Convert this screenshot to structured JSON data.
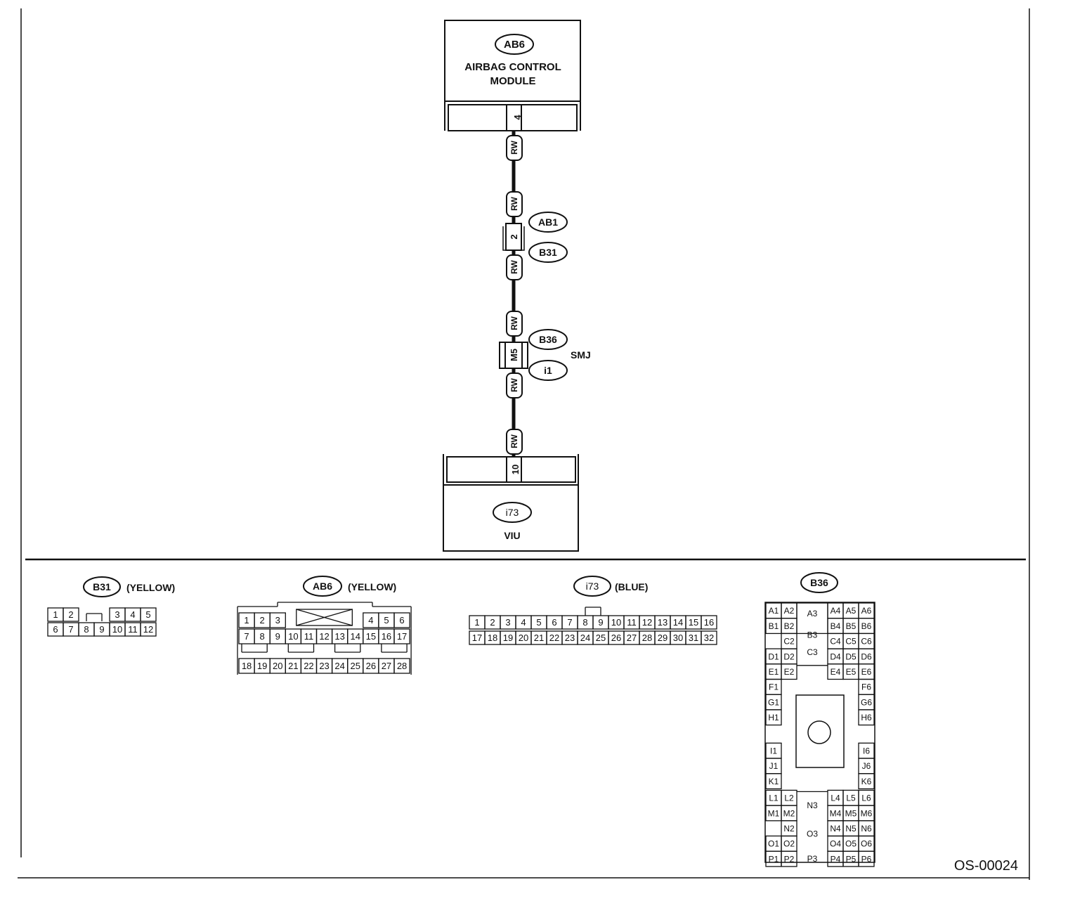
{
  "top_module": {
    "tag": "AB6",
    "name_line1": "AIRBAG CONTROL",
    "name_line2": "MODULE",
    "pin": "4"
  },
  "wire_color": "RW",
  "junction1": {
    "pin": "2",
    "tags": [
      "AB1",
      "B31"
    ]
  },
  "junction2": {
    "pin": "M5",
    "tags": [
      "B36",
      "i1"
    ],
    "note": "SMJ"
  },
  "bottom_module": {
    "tag": "i73",
    "name": "VIU",
    "pin": "10"
  },
  "connectors": {
    "b31": {
      "tag": "B31",
      "color": "(YELLOW)",
      "row1": [
        "1",
        "2",
        "3",
        "4",
        "5"
      ],
      "row2": [
        "6",
        "7",
        "8",
        "9",
        "10",
        "11",
        "12"
      ]
    },
    "ab6": {
      "tag": "AB6",
      "color": "(YELLOW)",
      "row1": [
        "1",
        "2",
        "3",
        "4",
        "5",
        "6"
      ],
      "row2": [
        "7",
        "8",
        "9",
        "10",
        "11",
        "12",
        "13",
        "14",
        "15",
        "16",
        "17"
      ],
      "row3": [
        "18",
        "19",
        "20",
        "21",
        "22",
        "23",
        "24",
        "25",
        "26",
        "27",
        "28"
      ]
    },
    "i73": {
      "tag": "i73",
      "color": "(BLUE)",
      "row1": [
        "1",
        "2",
        "3",
        "4",
        "5",
        "6",
        "7",
        "8",
        "9",
        "10",
        "11",
        "12",
        "13",
        "14",
        "15",
        "16"
      ],
      "row2": [
        "17",
        "18",
        "19",
        "20",
        "21",
        "22",
        "23",
        "24",
        "25",
        "26",
        "27",
        "28",
        "29",
        "30",
        "31",
        "32"
      ]
    },
    "b36": {
      "tag": "B36",
      "pins": [
        "A1",
        "A2",
        "A3",
        "A4",
        "A5",
        "A6",
        "B1",
        "B2",
        "B3",
        "B4",
        "B5",
        "B6",
        "C2",
        "C3",
        "C4",
        "C5",
        "C6",
        "D1",
        "D2",
        "D4",
        "D5",
        "D6",
        "E1",
        "E2",
        "E4",
        "E5",
        "E6",
        "F1",
        "F6",
        "G1",
        "G6",
        "H1",
        "H6",
        "I1",
        "I6",
        "J1",
        "J6",
        "K1",
        "K6",
        "L1",
        "L2",
        "L4",
        "L5",
        "L6",
        "M1",
        "M2",
        "N3",
        "M4",
        "M5",
        "M6",
        "N2",
        "N4",
        "N5",
        "N6",
        "O1",
        "O2",
        "O3",
        "O4",
        "O5",
        "O6",
        "P1",
        "P2",
        "P3",
        "P4",
        "P5",
        "P6"
      ]
    }
  },
  "figure_code": "OS-00024"
}
